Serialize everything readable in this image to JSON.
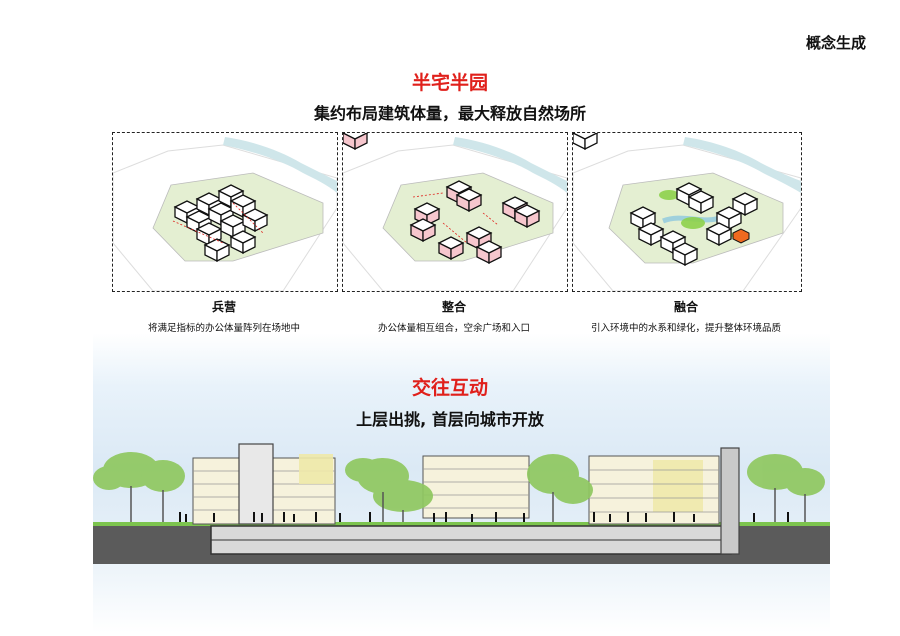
{
  "page_label": "概念生成",
  "concept1": {
    "title": "半宅半园",
    "subtitle": "集约布局建筑体量，最大释放自然场所"
  },
  "panels": [
    {
      "title": "兵营",
      "desc": "将满足指标的办公体量阵列在场地中"
    },
    {
      "title": "整合",
      "desc": "办公体量相互组合，空余广场和入口"
    },
    {
      "title": "融合",
      "desc": "引入环境中的水系和绿化，提升整体环境品质"
    }
  ],
  "concept2": {
    "title": "交往互动",
    "subtitle": "上层出挑, 首层向城市开放"
  },
  "colors": {
    "accent_red": "#e0201b",
    "site_green": "#e4efd2",
    "water_blue": "#cfe6ea",
    "tree_green": "#8fc860",
    "ground_dark": "#5b5b5b",
    "building_cream": "#f6f2dc",
    "lawn_green": "#7cc44e"
  }
}
